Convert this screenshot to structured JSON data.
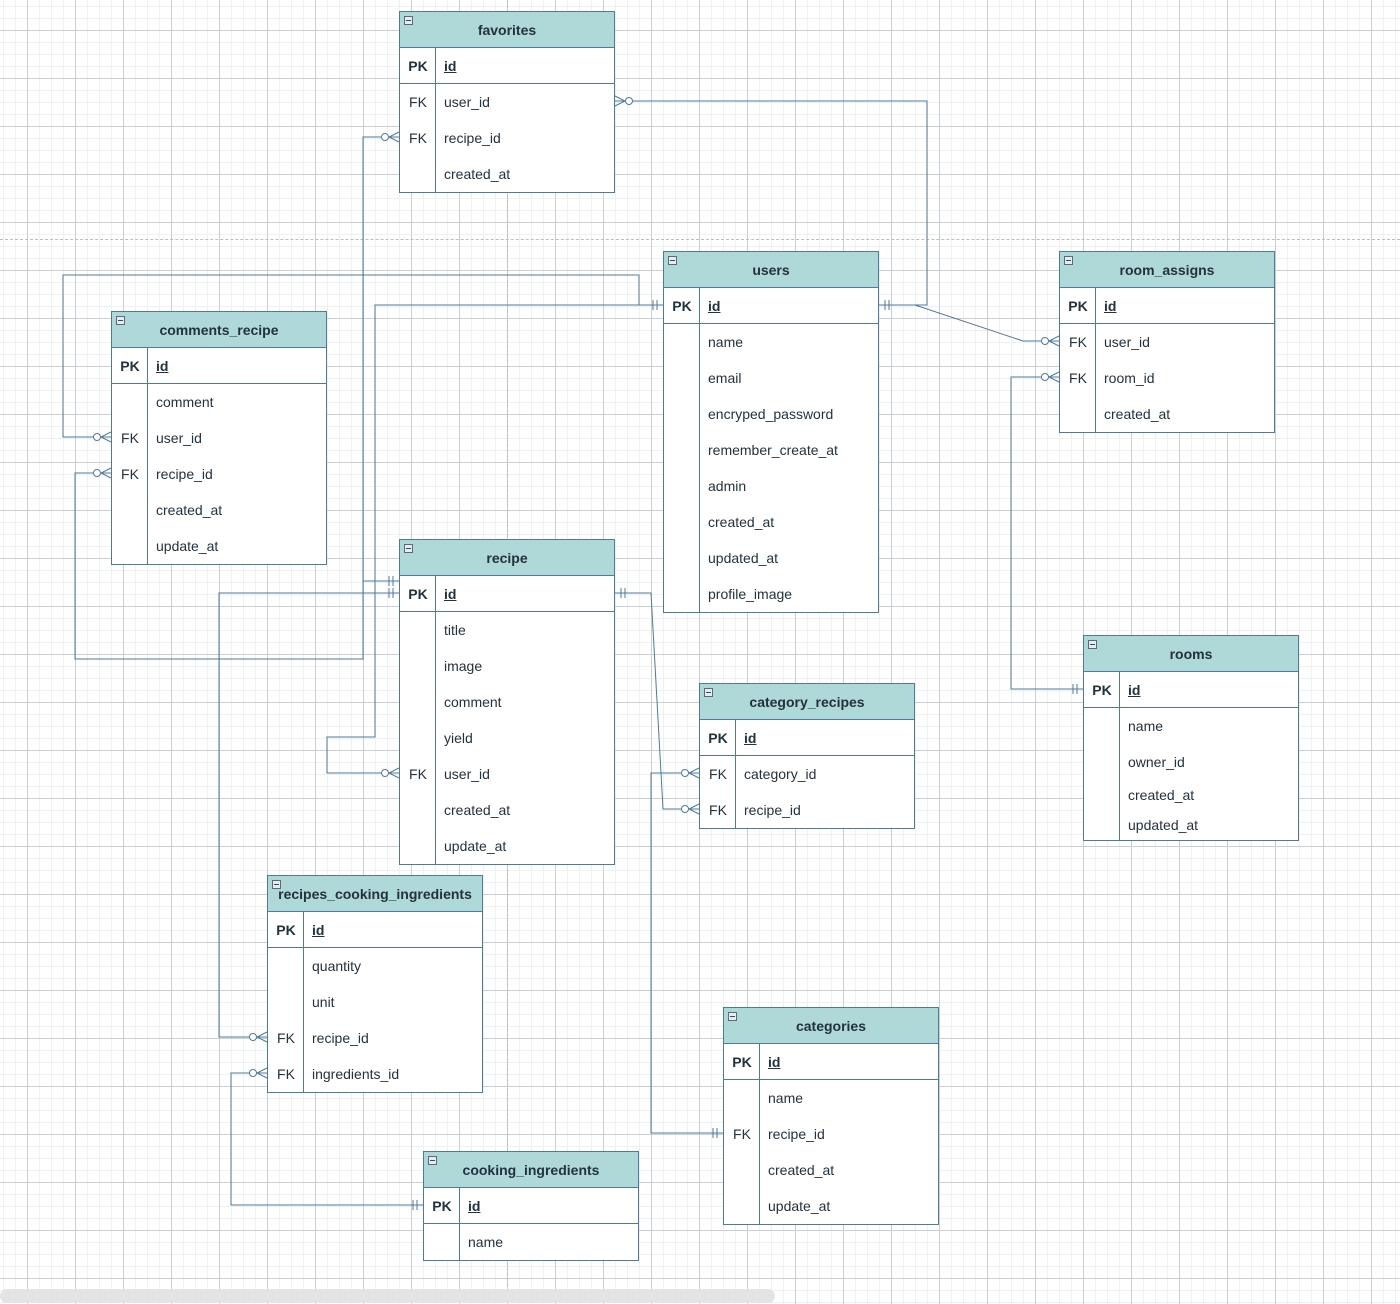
{
  "colors": {
    "header_fill": "#afd8d8",
    "border": "#4f7a99",
    "connector": "#4f7a99",
    "text": "#22323f",
    "grid": "#c9cfd6"
  },
  "tables": {
    "favorites": {
      "title": "favorites",
      "rows": [
        {
          "key": "PK",
          "field": "id"
        },
        {
          "key": "FK",
          "field": "user_id"
        },
        {
          "key": "FK",
          "field": "recipe_id"
        },
        {
          "key": "",
          "field": "created_at"
        }
      ]
    },
    "users": {
      "title": "users",
      "rows": [
        {
          "key": "PK",
          "field": "id"
        },
        {
          "key": "",
          "field": "name"
        },
        {
          "key": "",
          "field": "email"
        },
        {
          "key": "",
          "field": "encryped_password"
        },
        {
          "key": "",
          "field": "remember_create_at"
        },
        {
          "key": "",
          "field": "admin"
        },
        {
          "key": "",
          "field": "created_at"
        },
        {
          "key": "",
          "field": "updated_at"
        },
        {
          "key": "",
          "field": "profile_image"
        }
      ]
    },
    "room_assigns": {
      "title": "room_assigns",
      "rows": [
        {
          "key": "PK",
          "field": "id"
        },
        {
          "key": "FK",
          "field": "user_id"
        },
        {
          "key": "FK",
          "field": "room_id"
        },
        {
          "key": "",
          "field": "created_at"
        }
      ]
    },
    "comments_recipe": {
      "title": "comments_recipe",
      "rows": [
        {
          "key": "PK",
          "field": "id"
        },
        {
          "key": "",
          "field": "comment"
        },
        {
          "key": "FK",
          "field": "user_id"
        },
        {
          "key": "FK",
          "field": "recipe_id"
        },
        {
          "key": "",
          "field": "created_at"
        },
        {
          "key": "",
          "field": "update_at"
        }
      ]
    },
    "recipe": {
      "title": "recipe",
      "rows": [
        {
          "key": "PK",
          "field": "id"
        },
        {
          "key": "",
          "field": "title"
        },
        {
          "key": "",
          "field": "image"
        },
        {
          "key": "",
          "field": "comment"
        },
        {
          "key": "",
          "field": "yield"
        },
        {
          "key": "FK",
          "field": "user_id"
        },
        {
          "key": "",
          "field": "created_at"
        },
        {
          "key": "",
          "field": "update_at"
        }
      ]
    },
    "category_recipes": {
      "title": "category_recipes",
      "rows": [
        {
          "key": "PK",
          "field": "id"
        },
        {
          "key": "FK",
          "field": "category_id"
        },
        {
          "key": "FK",
          "field": "recipe_id"
        }
      ]
    },
    "rooms": {
      "title": "rooms",
      "rows": [
        {
          "key": "PK",
          "field": "id"
        },
        {
          "key": "",
          "field": "name"
        },
        {
          "key": "",
          "field": "owner_id"
        },
        {
          "key": "",
          "field": "created_at"
        },
        {
          "key": "",
          "field": "updated_at"
        }
      ]
    },
    "recipes_cooking_ingredients": {
      "title": "recipes_cooking_ingredients",
      "rows": [
        {
          "key": "PK",
          "field": "id"
        },
        {
          "key": "",
          "field": "quantity"
        },
        {
          "key": "",
          "field": "unit"
        },
        {
          "key": "FK",
          "field": "recipe_id"
        },
        {
          "key": "FK",
          "field": "ingredients_id"
        }
      ]
    },
    "categories": {
      "title": "categories",
      "rows": [
        {
          "key": "PK",
          "field": "id"
        },
        {
          "key": "",
          "field": "name"
        },
        {
          "key": "FK",
          "field": "recipe_id"
        },
        {
          "key": "",
          "field": "created_at"
        },
        {
          "key": "",
          "field": "update_at"
        }
      ]
    },
    "cooking_ingredients": {
      "title": "cooking_ingredients",
      "rows": [
        {
          "key": "PK",
          "field": "id"
        },
        {
          "key": "",
          "field": "name"
        }
      ]
    }
  },
  "relationships": [
    {
      "from": "favorites.user_id",
      "to": "users.id",
      "from_end": "zero-or-many",
      "to_end": "exactly-one"
    },
    {
      "from": "favorites.recipe_id",
      "to": "recipe.id",
      "from_end": "zero-or-many",
      "to_end": "exactly-one"
    },
    {
      "from": "comments_recipe.user_id",
      "to": "users.id",
      "from_end": "zero-or-many",
      "to_end": "exactly-one"
    },
    {
      "from": "comments_recipe.recipe_id",
      "to": "recipe.id",
      "from_end": "zero-or-many",
      "to_end": "exactly-one"
    },
    {
      "from": "recipe.user_id",
      "to": "users.id",
      "from_end": "zero-or-many",
      "to_end": "exactly-one"
    },
    {
      "from": "room_assigns.user_id",
      "to": "users.id",
      "from_end": "zero-or-many",
      "to_end": "exactly-one"
    },
    {
      "from": "room_assigns.room_id",
      "to": "rooms.id",
      "from_end": "zero-or-many",
      "to_end": "exactly-one"
    },
    {
      "from": "category_recipes.recipe_id",
      "to": "recipe.id",
      "from_end": "zero-or-many",
      "to_end": "exactly-one"
    },
    {
      "from": "category_recipes.category_id",
      "to": "categories.recipe_id",
      "from_end": "zero-or-many",
      "to_end": "exactly-one"
    },
    {
      "from": "recipes_cooking_ingredients.recipe_id",
      "to": "recipe.id",
      "from_end": "zero-or-many",
      "to_end": "exactly-one"
    },
    {
      "from": "recipes_cooking_ingredients.ingredients_id",
      "to": "cooking_ingredients.id",
      "from_end": "zero-or-many",
      "to_end": "exactly-one"
    }
  ]
}
